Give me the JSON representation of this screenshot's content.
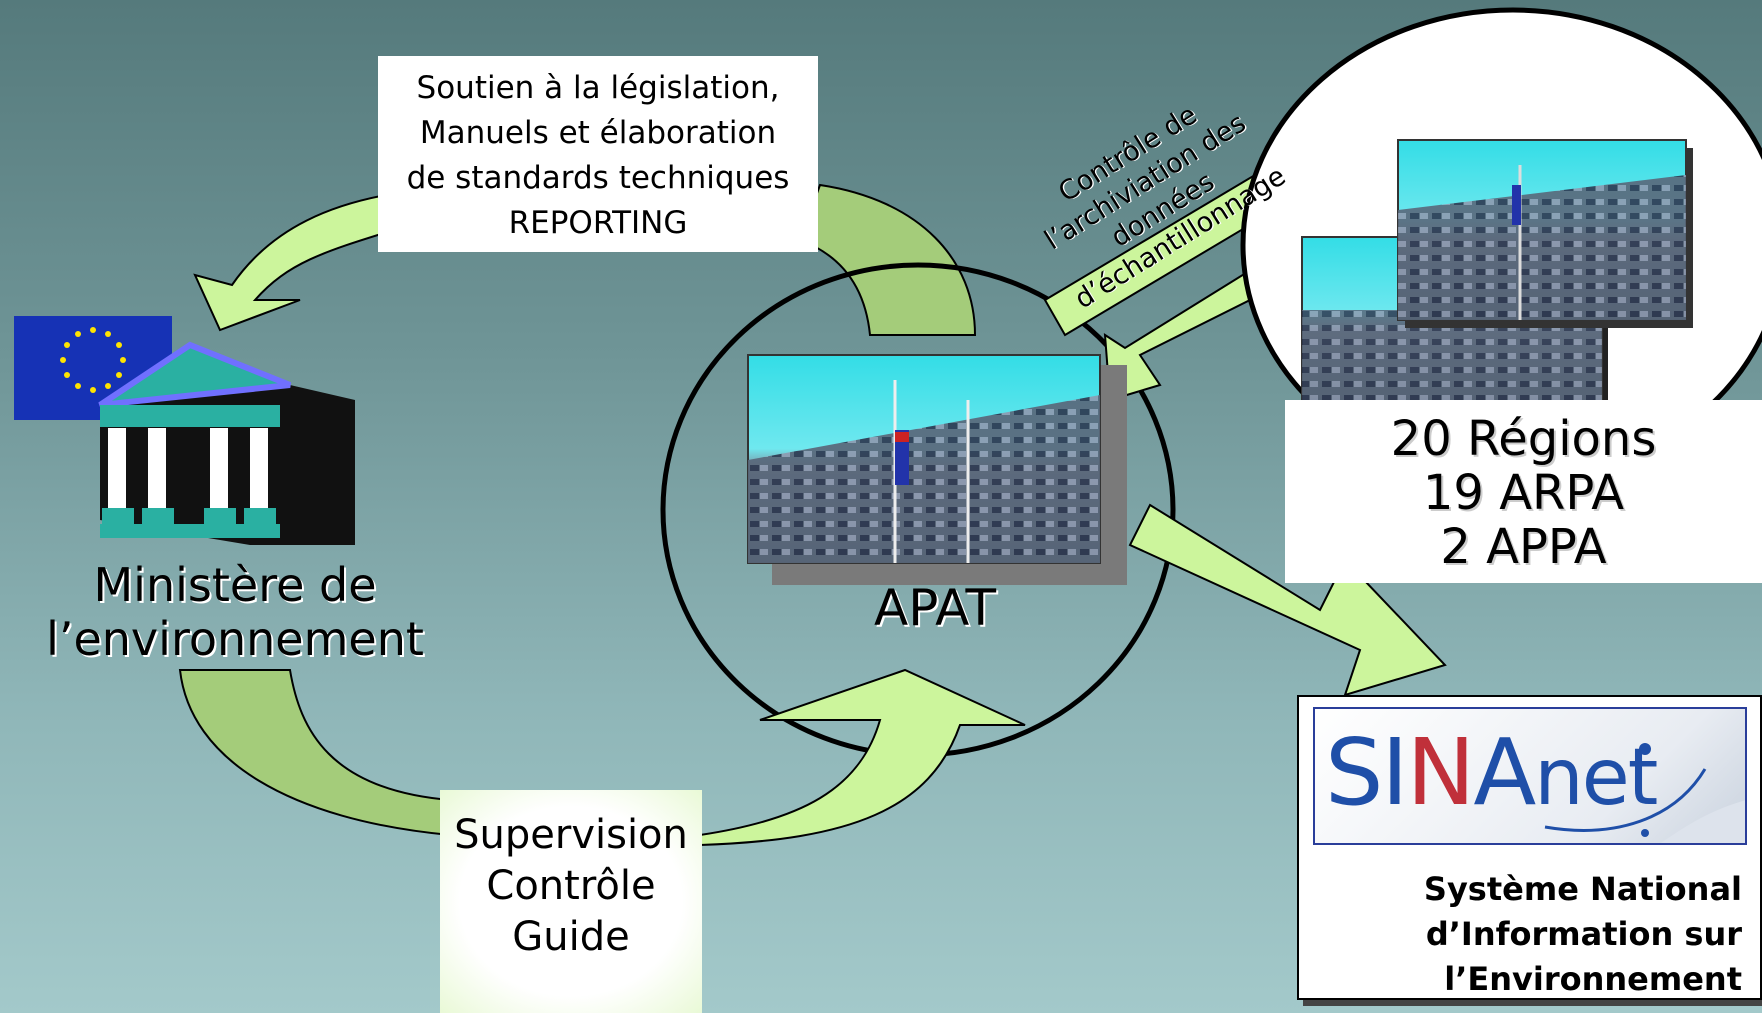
{
  "labels": {
    "top_box": [
      "Soutien à la législation,",
      "Manuels et élaboration",
      "de standards techniques",
      "REPORTING"
    ],
    "bottom_box": [
      "Supervision",
      "Contrôle",
      "Guide"
    ],
    "rotated": [
      "Contrôle de",
      "l’archiviation des",
      "données",
      "d’échantillonnage"
    ],
    "ministry": [
      "Ministère de",
      "l’environnement"
    ],
    "apat": "APAT",
    "regions": [
      "20 Régions",
      "19 ARPA",
      "2 APPA"
    ],
    "sinanet_caption": [
      "Système National",
      "d’Information sur",
      "l’Environnement"
    ]
  },
  "logo": {
    "sinanet_text": [
      "SI",
      "N",
      "A",
      "net"
    ]
  },
  "colors": {
    "arrow_fill": "#ccf59c",
    "arrow_fill_dark": "#a4cc7a",
    "eu_blue": "#1632b5",
    "eu_star": "#ffe400",
    "temple_teal": "#20a89a",
    "sinanet_blue": "#1f4fa8"
  },
  "icons": [
    "eu-flag-icon",
    "ministry-building-icon",
    "apat-building-photo",
    "region-building-photo",
    "sinanet-logo"
  ]
}
